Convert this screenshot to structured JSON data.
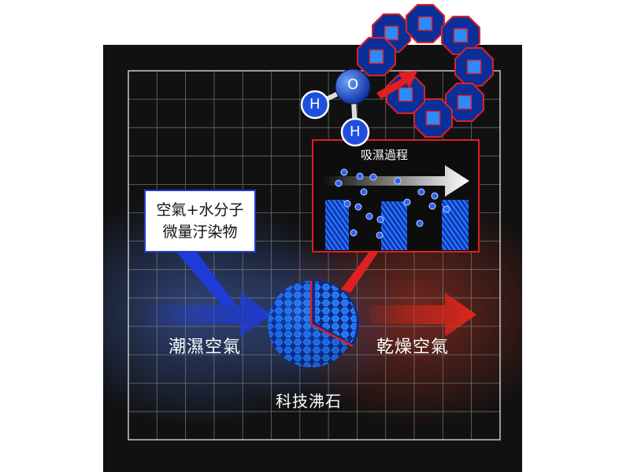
{
  "labels": {
    "humid_air": "潮濕空氣",
    "dry_air": "乾燥空氣",
    "zeolite": "科技沸石",
    "process": "吸濕過程",
    "callout_line1": "空氣+水分子",
    "callout_line2": "微量汙染物"
  },
  "molecule": {
    "oxygen": "O",
    "hydrogen_left": "H",
    "hydrogen_right": "H"
  },
  "colors": {
    "panel": "#111111",
    "grid": "#8a8a8a",
    "humid_arrow": "#1f3bd6",
    "dry_arrow": "#e0271b",
    "zeolite_blue": "#1a6ef0",
    "frame_red": "#e02020"
  }
}
